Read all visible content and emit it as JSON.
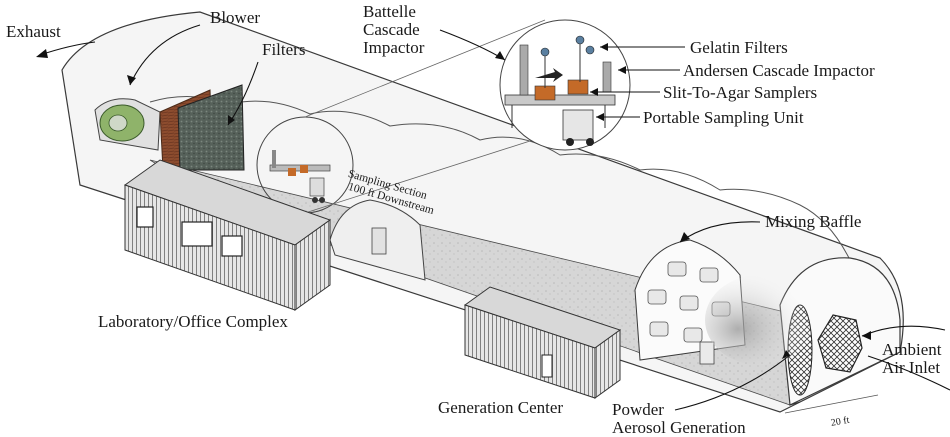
{
  "labels": {
    "exhaust": "Exhaust",
    "blower": "Blower",
    "filters": "Filters",
    "battelle_line1": "Battelle",
    "battelle_line2": "Cascade",
    "battelle_line3": "Impactor",
    "gelatin_filters": "Gelatin Filters",
    "andersen": "Andersen Cascade Impactor",
    "slit_to_agar": "Slit-To-Agar Samplers",
    "portable_unit": "Portable Sampling Unit",
    "sampling_line1": "Sampling Section",
    "sampling_line2": "100 ft Downstream",
    "mixing_baffle": "Mixing Baffle",
    "lab_office": "Laboratory/Office Complex",
    "generation_center": "Generation Center",
    "powder_line1": "Powder",
    "powder_line2": "Aerosol Generation",
    "ambient_line1": "Ambient",
    "ambient_line2": "Air Inlet",
    "width_note": "20 ft"
  },
  "colors": {
    "outline": "#3a3a3a",
    "floor": "#d4d4d4",
    "tunnel_wall": "#f4f4f4",
    "blower": "#8fb36a",
    "filter_frame": "#8a4a2c",
    "filter_media": "#4f5a52",
    "building": "#e4e4e4",
    "sampler_box": "#c46a28"
  }
}
